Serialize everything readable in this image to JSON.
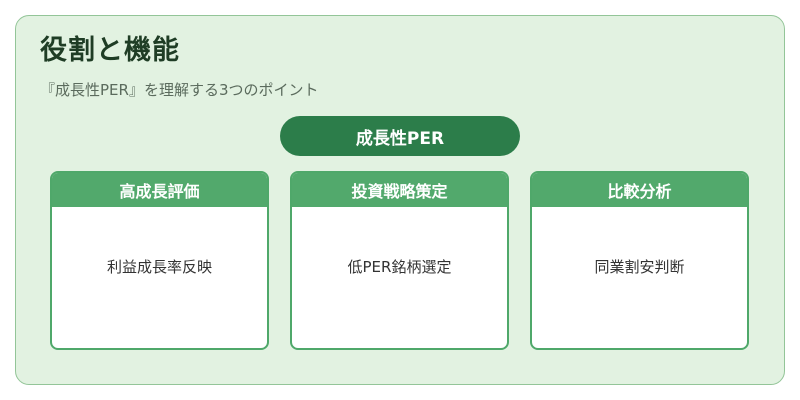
{
  "title": "役割と機能",
  "subtitle": "『成長性PER』を理解する3つのポイント",
  "hub": {
    "label": "成長性PER"
  },
  "cards": [
    {
      "header": "高成長評価",
      "body": "利益成長率反映"
    },
    {
      "header": "投資戦略策定",
      "body": "低PER銘柄選定"
    },
    {
      "header": "比較分析",
      "body": "同業割安判断"
    }
  ],
  "colors": {
    "panel_bg": "#e2f2e1",
    "hub_bg": "#2c7d4a",
    "card_header_bg": "#52a96c",
    "card_border": "#4fa86a",
    "title_text": "#1f3d25"
  }
}
